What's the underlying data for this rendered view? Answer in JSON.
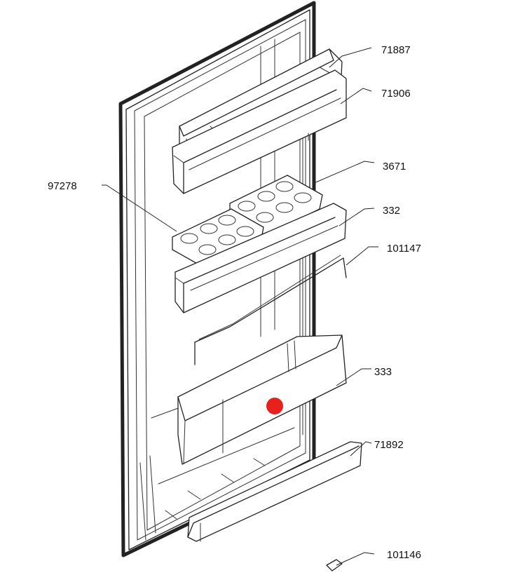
{
  "labels": {
    "p71887": "71887",
    "p71906": "71906",
    "p3671": "3671",
    "p97278": "97278",
    "p332": "332",
    "p101147": "101147",
    "p333": "333",
    "p71892": "71892",
    "p101146": "101146"
  },
  "colors": {
    "line": "#222222",
    "background": "#ffffff",
    "marker": "#e8211f"
  }
}
